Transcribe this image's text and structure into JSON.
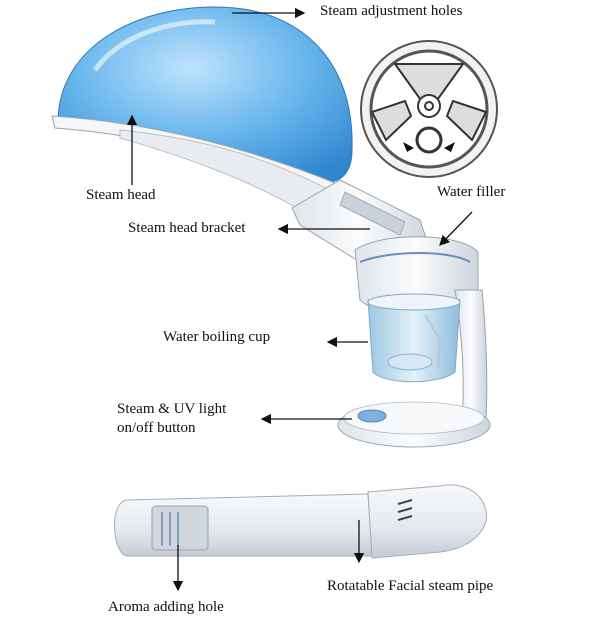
{
  "labels": {
    "steam_adjustment_holes": "Steam adjustment holes",
    "steam_head": "Steam head",
    "water_filler": "Water filler",
    "steam_head_bracket": "Steam head bracket",
    "water_boiling_cup": "Water boiling cup",
    "steam_uv_line1": "Steam & UV light",
    "steam_uv_line2": "on/off button",
    "aroma_adding_hole": "Aroma adding hole",
    "rotatable_pipe": "Rotatable Facial steam pipe"
  },
  "colors": {
    "dome_blue": "#4aa3e6",
    "dome_highlight": "#bfe3fb",
    "body_white": "#eef1f4",
    "outline_gray": "#9aa3ad",
    "cup_blue": "#b8d8ec",
    "arrow": "#111111"
  }
}
